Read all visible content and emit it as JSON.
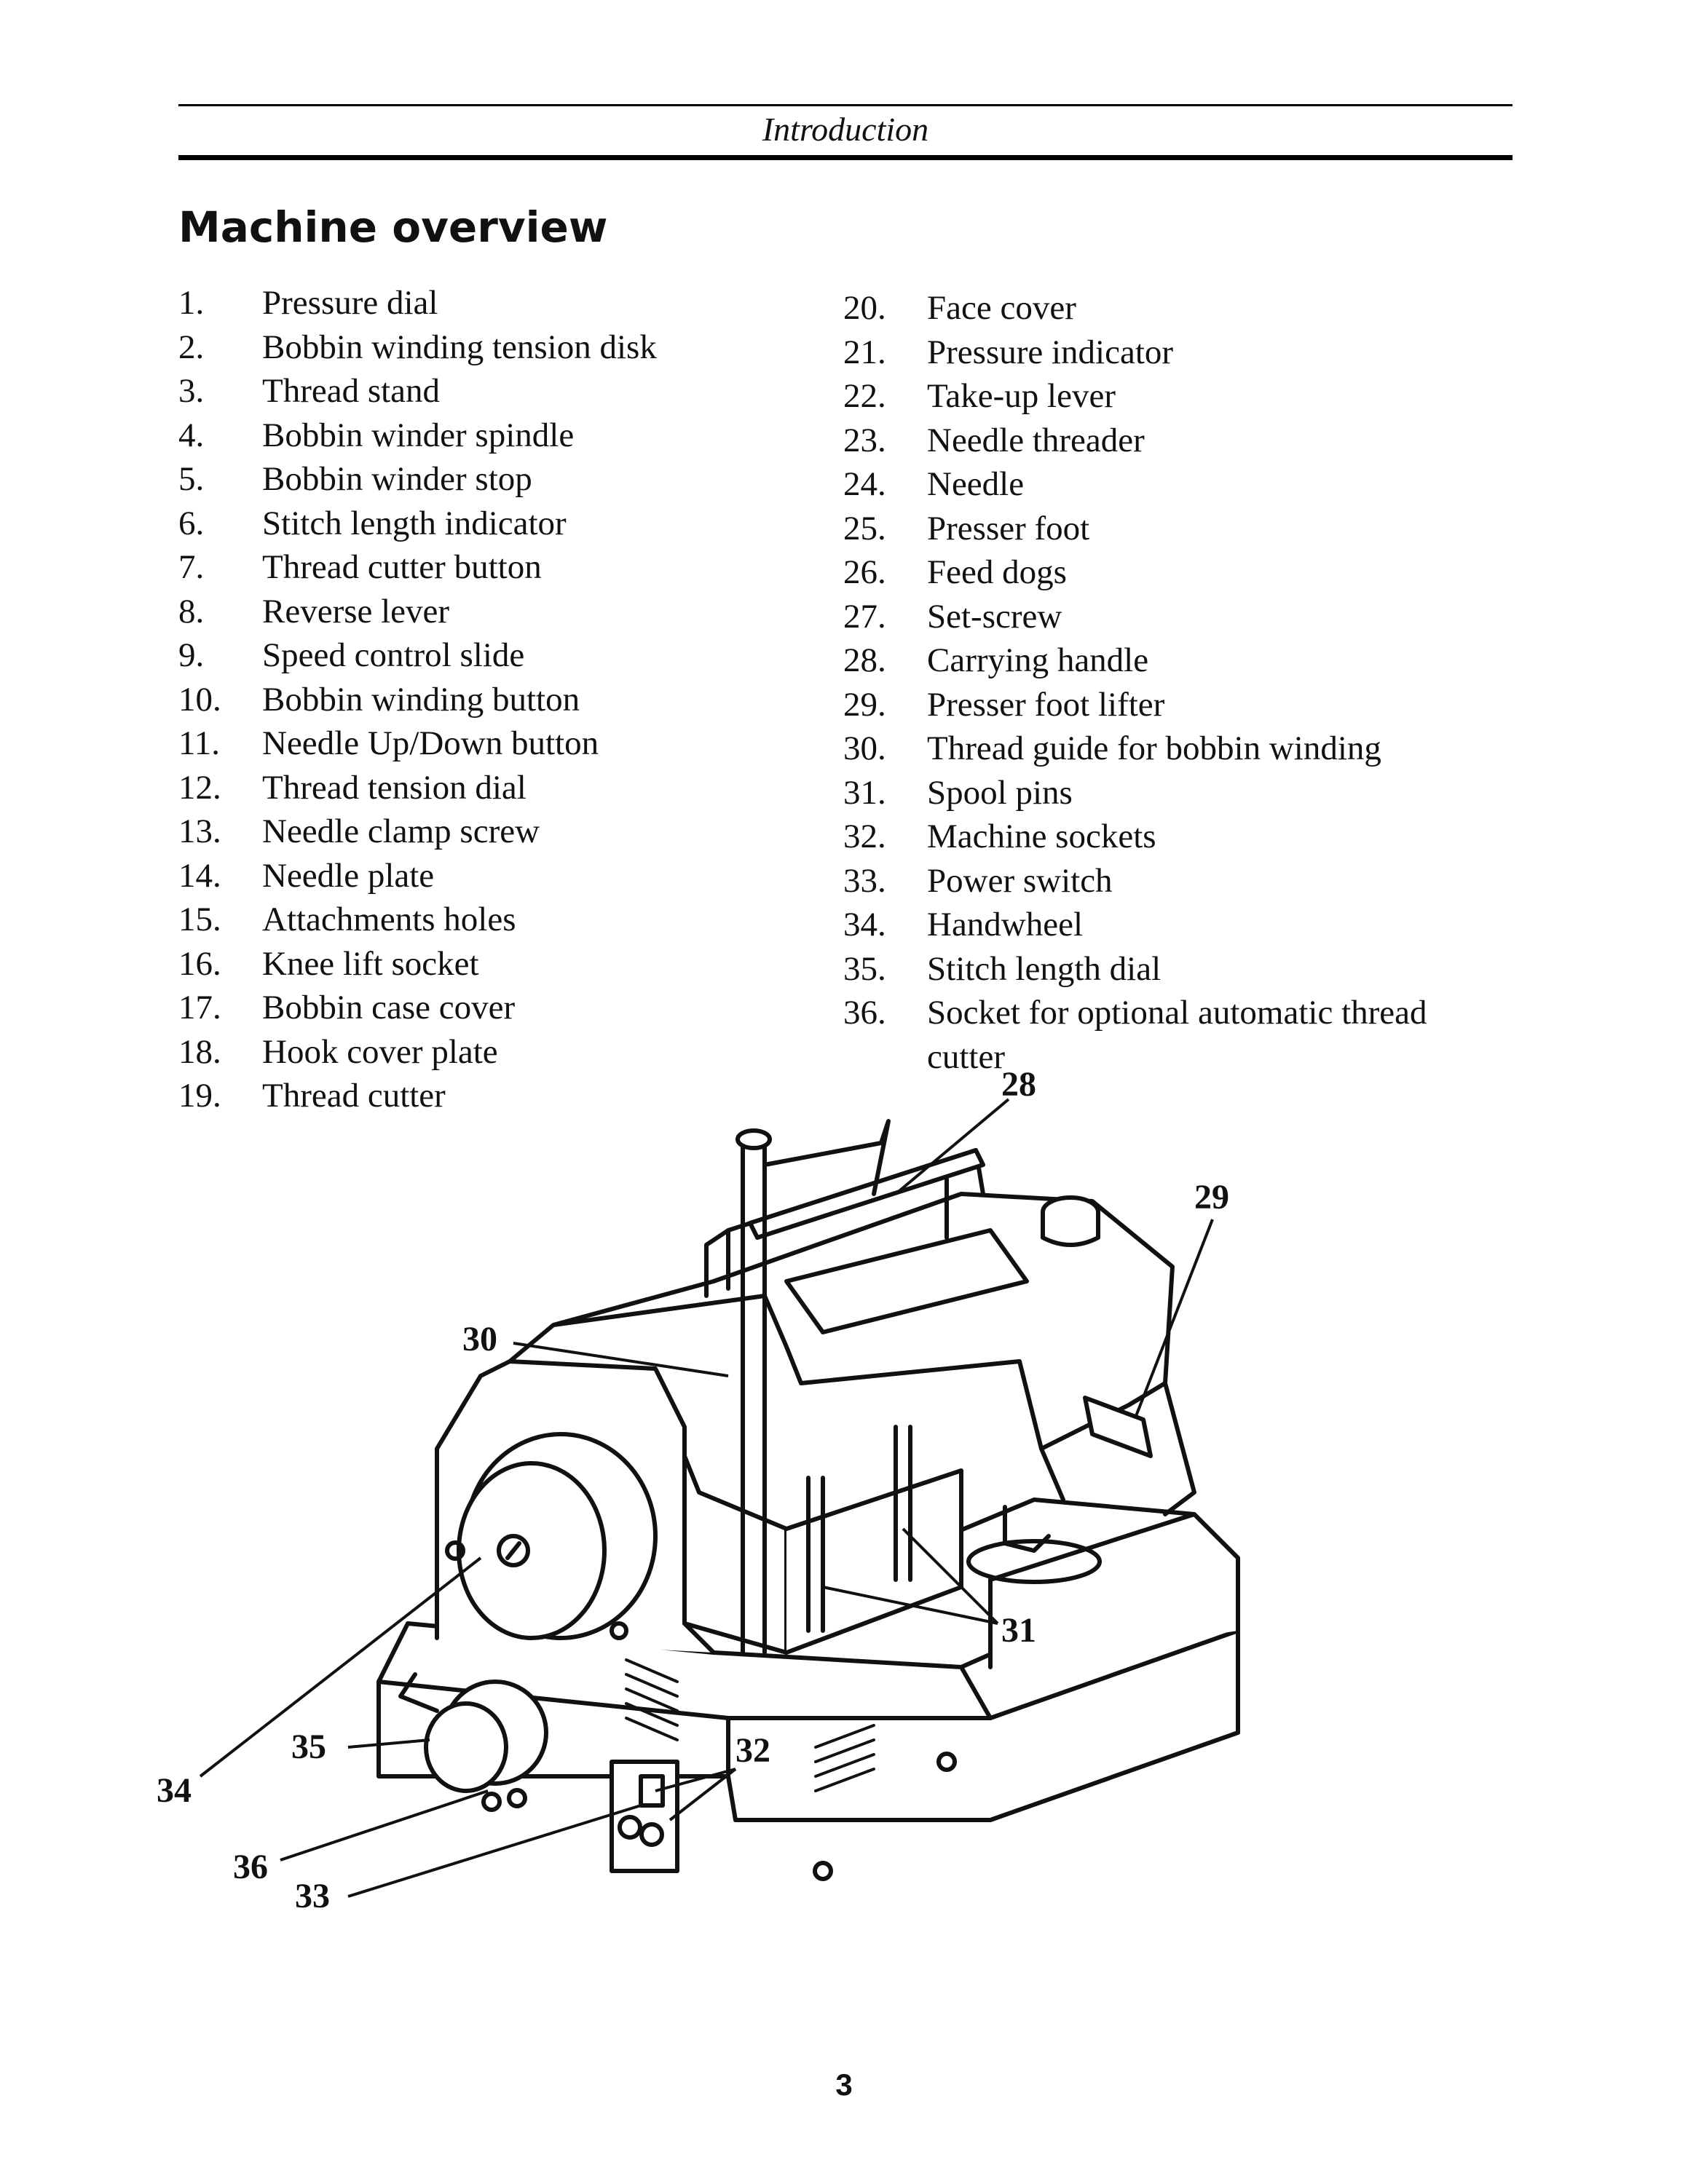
{
  "header": {
    "running_head": "Introduction"
  },
  "section": {
    "title": "Machine overview"
  },
  "parts_left": [
    {
      "num": "1.",
      "label": "Pressure dial"
    },
    {
      "num": "2.",
      "label": "Bobbin winding tension disk"
    },
    {
      "num": "3.",
      "label": "Thread stand"
    },
    {
      "num": "4.",
      "label": "Bobbin winder spindle"
    },
    {
      "num": "5.",
      "label": "Bobbin winder stop"
    },
    {
      "num": "6.",
      "label": "Stitch length indicator"
    },
    {
      "num": "7.",
      "label": "Thread cutter button"
    },
    {
      "num": "8.",
      "label": "Reverse lever"
    },
    {
      "num": "9.",
      "label": "Speed control slide"
    },
    {
      "num": "10.",
      "label": "Bobbin winding button"
    },
    {
      "num": "11.",
      "label": "Needle Up/Down button"
    },
    {
      "num": "12.",
      "label": "Thread tension dial"
    },
    {
      "num": "13.",
      "label": "Needle clamp screw"
    },
    {
      "num": "14.",
      "label": "Needle plate"
    },
    {
      "num": "15.",
      "label": "Attachments holes"
    },
    {
      "num": "16.",
      "label": "Knee lift socket"
    },
    {
      "num": "17.",
      "label": "Bobbin case cover"
    },
    {
      "num": "18.",
      "label": "Hook cover plate"
    },
    {
      "num": "19.",
      "label": "Thread cutter"
    }
  ],
  "parts_right": [
    {
      "num": "20.",
      "label": "Face cover"
    },
    {
      "num": "21.",
      "label": "Pressure indicator"
    },
    {
      "num": "22.",
      "label": "Take-up lever"
    },
    {
      "num": "23.",
      "label": "Needle threader"
    },
    {
      "num": "24.",
      "label": "Needle"
    },
    {
      "num": "25.",
      "label": "Presser foot"
    },
    {
      "num": "26.",
      "label": "Feed dogs"
    },
    {
      "num": "27.",
      "label": "Set-screw"
    },
    {
      "num": "28.",
      "label": "Carrying handle"
    },
    {
      "num": "29.",
      "label": "Presser foot lifter"
    },
    {
      "num": "30.",
      "label": "Thread guide for bobbin winding"
    },
    {
      "num": "31.",
      "label": "Spool pins"
    },
    {
      "num": "32.",
      "label": "Machine sockets"
    },
    {
      "num": "33.",
      "label": "Power switch"
    },
    {
      "num": "34.",
      "label": "Handwheel"
    },
    {
      "num": "35.",
      "label": "Stitch length dial"
    },
    {
      "num": "36.",
      "label": "Socket for optional automatic thread cutter"
    }
  ],
  "callouts": {
    "c28": "28",
    "c29": "29",
    "c30": "30",
    "c31": "31",
    "c32": "32",
    "c33": "33",
    "c34": "34",
    "c35": "35",
    "c36": "36"
  },
  "footer": {
    "page_number": "3"
  }
}
